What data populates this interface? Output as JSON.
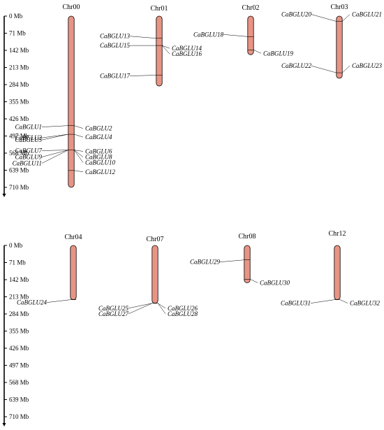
{
  "colors": {
    "chromosome_fill": "#e89484",
    "line": "#000000"
  },
  "axis": {
    "unit": "Mb",
    "ticks": [
      "0 Mb",
      "71 Mb",
      "142 Mb",
      "213 Mb",
      "284 Mb",
      "355 Mb",
      "426 Mb",
      "497 Mb",
      "568 Mb",
      "639 Mb",
      "710 Mb"
    ],
    "max": 710
  },
  "panels": [
    {
      "chromosomes": [
        {
          "name": "Chr00",
          "length": 710,
          "genes": [
            {
              "name": "CaBGLU1",
              "pos": 454,
              "side": "left"
            },
            {
              "name": "CaBGLU2",
              "pos": 454,
              "side": "right"
            },
            {
              "name": "CaBGLU3",
              "pos": 490,
              "side": "left"
            },
            {
              "name": "CaBGLU4",
              "pos": 490,
              "side": "right"
            },
            {
              "name": "CaBGLU5",
              "pos": 490,
              "side": "left"
            },
            {
              "name": "CaBGLU6",
              "pos": 555,
              "side": "right"
            },
            {
              "name": "CaBGLU7",
              "pos": 555,
              "side": "left"
            },
            {
              "name": "CaBGLU8",
              "pos": 555,
              "side": "right"
            },
            {
              "name": "CaBGLU9",
              "pos": 555,
              "side": "left"
            },
            {
              "name": "CaBGLU10",
              "pos": 555,
              "side": "right"
            },
            {
              "name": "CaBGLU11",
              "pos": 555,
              "side": "left"
            },
            {
              "name": "CaBGLU12",
              "pos": 640,
              "side": "right"
            }
          ]
        },
        {
          "name": "Chr01",
          "length": 290,
          "genes": [
            {
              "name": "CaBGLU13",
              "pos": 92,
              "side": "left"
            },
            {
              "name": "CaBGLU15",
              "pos": 122,
              "side": "left"
            },
            {
              "name": "CaBGLU14",
              "pos": 122,
              "side": "right"
            },
            {
              "name": "CaBGLU16",
              "pos": 122,
              "side": "right"
            },
            {
              "name": "CaBGLU17",
              "pos": 245,
              "side": "left"
            }
          ]
        },
        {
          "name": "Chr02",
          "length": 160,
          "genes": [
            {
              "name": "CaBGLU18",
              "pos": 85,
              "side": "left"
            },
            {
              "name": "CaBGLU19",
              "pos": 140,
              "side": "right"
            }
          ]
        },
        {
          "name": "Chr03",
          "length": 258,
          "genes": [
            {
              "name": "CaBGLU20",
              "pos": 22,
              "side": "left"
            },
            {
              "name": "CaBGLU21",
              "pos": 22,
              "side": "right"
            },
            {
              "name": "CaBGLU22",
              "pos": 235,
              "side": "left"
            },
            {
              "name": "CaBGLU23",
              "pos": 235,
              "side": "right"
            }
          ]
        }
      ]
    },
    {
      "chromosomes": [
        {
          "name": "Chr04",
          "length": 225,
          "genes": [
            {
              "name": "CaBGLU24",
              "pos": 225,
              "side": "left"
            }
          ]
        },
        {
          "name": "Chr07",
          "length": 240,
          "genes": [
            {
              "name": "CaBGLU25",
              "pos": 240,
              "side": "left"
            },
            {
              "name": "CaBGLU26",
              "pos": 240,
              "side": "right"
            },
            {
              "name": "CaBGLU27",
              "pos": 240,
              "side": "left"
            },
            {
              "name": "CaBGLU28",
              "pos": 240,
              "side": "right"
            }
          ]
        },
        {
          "name": "Chr08",
          "length": 155,
          "genes": [
            {
              "name": "CaBGLU29",
              "pos": 60,
              "side": "left"
            },
            {
              "name": "CaBGLU30",
              "pos": 140,
              "side": "right"
            }
          ]
        },
        {
          "name": "Chr12",
          "length": 225,
          "genes": [
            {
              "name": "CaBGLU31",
              "pos": 225,
              "side": "left"
            },
            {
              "name": "CaBGLU32",
              "pos": 225,
              "side": "right"
            }
          ]
        }
      ]
    }
  ]
}
